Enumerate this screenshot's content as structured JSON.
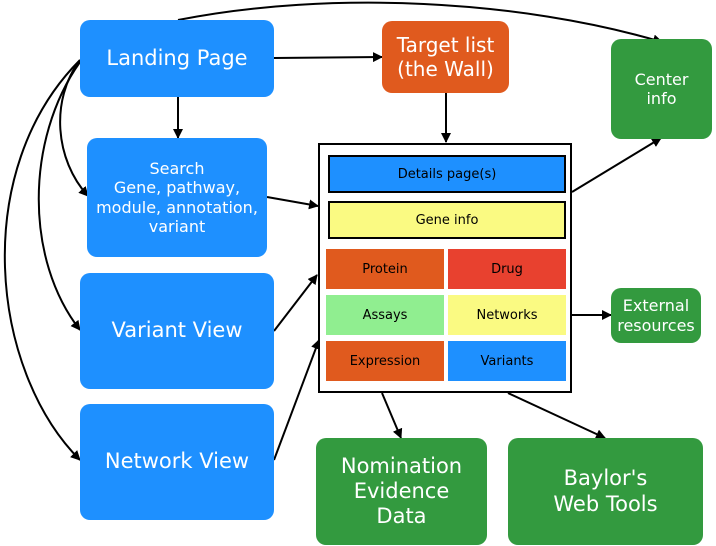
{
  "nodes": {
    "landing_page": "Landing Page",
    "target_list": "Target list\n(the Wall)",
    "center_info": "Center\ninfo",
    "search": "Search\nGene, pathway,\nmodule, annotation,\nvariant",
    "variant_view": "Variant View",
    "network_view": "Network View",
    "external_resources": "External\nresources",
    "nomination_evidence": "Nomination\nEvidence\nData",
    "baylor_tools": "Baylor's\nWeb Tools"
  },
  "details": {
    "details_pages": "Details page(s)",
    "gene_info": "Gene info",
    "protein": "Protein",
    "drug": "Drug",
    "assays": "Assays",
    "networks": "Networks",
    "expression": "Expression",
    "variants": "Variants"
  },
  "colors": {
    "blue": "#1e90ff",
    "orange": "#e05a1e",
    "green": "#339a3f",
    "red": "#e8412f",
    "yellow": "#fafa82",
    "light_green": "#90ee90"
  }
}
